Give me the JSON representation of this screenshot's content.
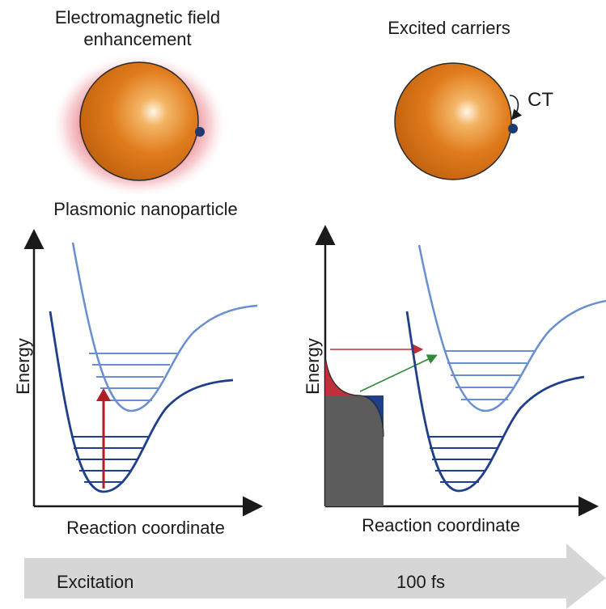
{
  "labels": {
    "left_title_line1": "Electromagnetic field",
    "left_title_line2": "enhancement",
    "right_title": "Excited carriers",
    "nanoparticle": "Plasmonic nanoparticle",
    "charge_transfer": "CT",
    "energy_left": "Energy",
    "energy_right": "Energy",
    "reaction_left": "Reaction coordinate",
    "reaction_right": "Reaction coordinate"
  },
  "timeline": {
    "stage_1": "Excitation",
    "stage_2": "100 fs"
  },
  "colors": {
    "particle": "#e07b1c",
    "field_glow": "#e8707a",
    "adsorbate": "#1f3a6e",
    "ground_state": "#1f3f8a",
    "excited_state": "#6a8fd0",
    "excitation_arrow": "#b01e2a",
    "hot_electron": "#c0303a",
    "hot_hole": "#1f3f8a",
    "fermi_sea": "#5a5a5a",
    "green_arrow": "#2e8b3a",
    "timeline_arrow": "#d4d4d4"
  }
}
